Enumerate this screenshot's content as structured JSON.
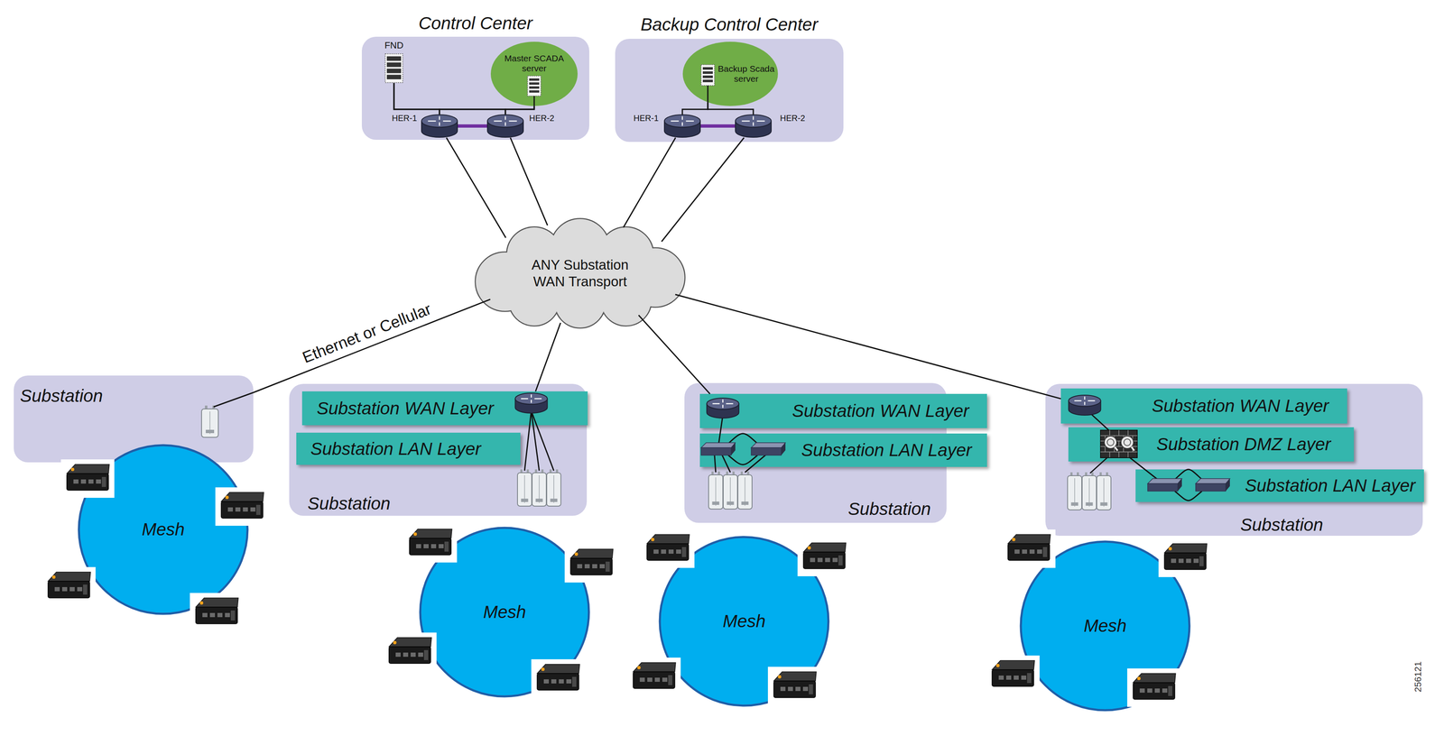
{
  "diagram": {
    "nodes": [
      {
        "text": [
          "Control Center"
        ]
      },
      {
        "text": [
          "FND"
        ],
        "in": 0
      },
      {
        "text": [
          "Master SCADA server"
        ],
        "in": 0
      },
      {
        "text": [
          "HER-1"
        ],
        "in": 0
      },
      {
        "text": [
          "HER-2"
        ],
        "in": 0
      },
      {
        "text": [
          "Backup Control Center"
        ]
      },
      {
        "text": [
          "Backup Scada server"
        ],
        "in": 5
      },
      {
        "text": [
          "HER-1"
        ],
        "in": 5
      },
      {
        "text": [
          "HER-2"
        ],
        "in": 5
      },
      {
        "text": [
          "ANY Substation WAN Transport"
        ]
      },
      {
        "text": [
          "Substation"
        ]
      },
      {
        "text": [
          "Mesh"
        ]
      },
      {
        "text": [
          "Substation"
        ]
      },
      {
        "text": [
          "Substation WAN Layer"
        ],
        "in": 12
      },
      {
        "text": [
          "Substation LAN Layer"
        ],
        "in": 12
      },
      {
        "text": [
          "Mesh"
        ]
      },
      {
        "text": [
          "Substation"
        ]
      },
      {
        "text": [
          "Substation WAN Layer"
        ],
        "in": 16
      },
      {
        "text": [
          "Substation LAN Layer"
        ],
        "in": 16
      },
      {
        "text": [
          "Mesh"
        ]
      },
      {
        "text": [
          "Substation"
        ]
      },
      {
        "text": [
          "Substation WAN Layer"
        ],
        "in": 20
      },
      {
        "text": [
          "Substation DMZ Layer"
        ],
        "in": 20
      },
      {
        "text": [
          "Substation LAN Layer"
        ],
        "in": 20
      },
      {
        "text": [
          "Mesh"
        ]
      }
    ],
    "edges": [
      {
        "from": 3,
        "to": 4,
        "arrow": "none"
      },
      {
        "from": 7,
        "to": 8,
        "arrow": "none"
      },
      {
        "from": 1,
        "to": 3,
        "arrow": "none"
      },
      {
        "from": 1,
        "to": 4,
        "arrow": "none"
      },
      {
        "from": 2,
        "to": 3,
        "arrow": "none"
      },
      {
        "from": 2,
        "to": 4,
        "arrow": "none"
      },
      {
        "from": 6,
        "to": 7,
        "arrow": "none"
      },
      {
        "from": 6,
        "to": 8,
        "arrow": "none"
      },
      {
        "from": 3,
        "to": 9,
        "arrow": "none"
      },
      {
        "from": 4,
        "to": 9,
        "arrow": "none"
      },
      {
        "from": 7,
        "to": 9,
        "arrow": "none"
      },
      {
        "from": 8,
        "to": 9,
        "arrow": "none"
      },
      {
        "from": 9,
        "to": 10,
        "label": "Ethernet or Cellular",
        "arrow": "none"
      },
      {
        "from": 9,
        "to": 13,
        "arrow": "none"
      },
      {
        "from": 9,
        "to": 17,
        "arrow": "none"
      },
      {
        "from": 9,
        "to": 21,
        "arrow": "none"
      }
    ],
    "labels": [
      "256121"
    ]
  }
}
